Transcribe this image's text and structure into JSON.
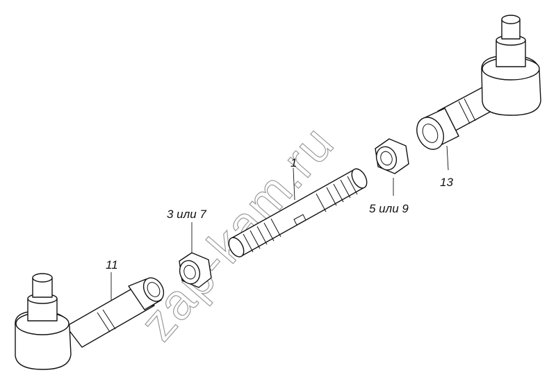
{
  "labels": {
    "rod": "1",
    "left_nut": "3 или 7",
    "right_nut": "5 или 9",
    "left_end": "11",
    "right_end": "13"
  },
  "watermark": "zap-kam.ru",
  "colors": {
    "line": "#111111",
    "watermark": "#9a9a9a",
    "background": "#ffffff"
  }
}
